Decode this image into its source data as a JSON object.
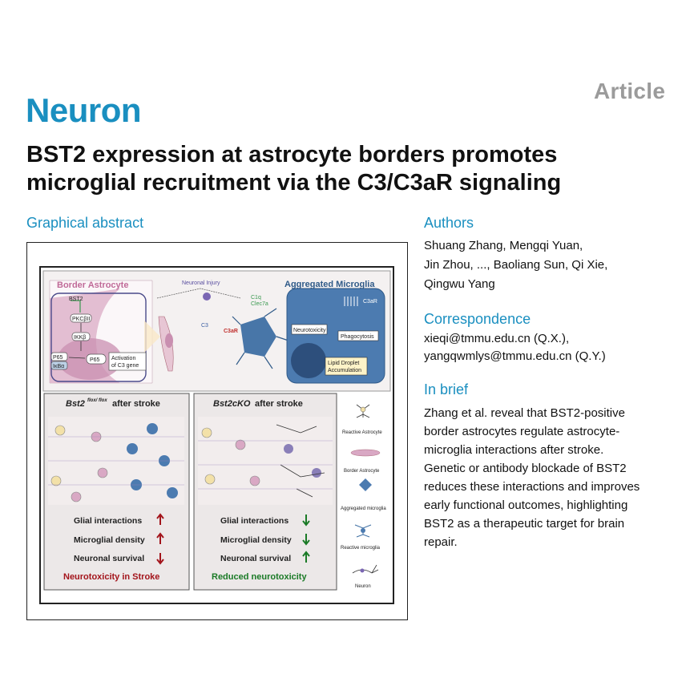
{
  "header": {
    "article_tag": "Article",
    "journal": "Neuron",
    "title_line1": "BST2 expression at astrocyte borders promotes",
    "title_line2": "microglial recruitment via the C3/C3aR signaling"
  },
  "sections": {
    "graphical_abstract": "Graphical abstract",
    "authors": "Authors",
    "correspondence": "Correspondence",
    "in_brief": "In brief"
  },
  "authors": {
    "line1": "Shuang Zhang, Mengqi Yuan,",
    "line2": "Jin Zhou, ..., Baoliang Sun, Qi Xie,",
    "line3": "Qingwu Yang"
  },
  "correspondence": {
    "email1": "xieqi@tmmu.edu.cn (Q.X.),",
    "email2": "yangqwmlys@tmmu.edu.cn (Q.Y.)"
  },
  "in_brief": {
    "line1": "Zhang et al. reveal that BST2-positive",
    "line2": "border astrocytes regulate astrocyte-",
    "line3": "microglia interactions after stroke.",
    "line4": "Genetic or antibody blockade of BST2",
    "line5": "reduces these interactions and improves",
    "line6": "early functional outcomes, highlighting",
    "line7": "BST2 as a therapeutic target for brain",
    "line8": "repair."
  },
  "abstract": {
    "top": {
      "border_astrocyte": "Border Astrocyte",
      "neuronal_injury": "Neuronal Injury",
      "aggregated_microglia": "Aggregated Microglia",
      "bst2": "BST2",
      "pkc": "PKCβII",
      "ikk": "IKKβ",
      "p65a": "P65",
      "ikba": "IκBα",
      "p65b": "P65",
      "activation1": "Activation",
      "activation2": "of C3 gene",
      "c3": "C3",
      "c3ar_left": "C3aR",
      "c1q": "C1q",
      "clec7a": "Clec7a",
      "c3ar_right": "C3aR",
      "neurotoxicity": "Neurotoxicity",
      "phagocytosis": "Phagocytosis",
      "lipid1": "Lipid Droplet",
      "lipid2": "Accumulation"
    },
    "left_panel": {
      "title_italic": "Bst2",
      "title_sup": "flox/ flox",
      "title_rest": " after stroke",
      "row1": "Glial interactions",
      "row2": "Microglial density",
      "row3": "Neuronal survival",
      "conclusion": "Neurotoxicity in Stroke",
      "color": "#a3141b"
    },
    "right_panel": {
      "title_italic": "Bst2cKO",
      "title_rest": " after stroke",
      "row1": "Glial interactions",
      "row2": "Microglial density",
      "row3": "Neuronal survival",
      "conclusion": "Reduced neurotoxicity",
      "color": "#1a7a26"
    },
    "legend": {
      "reactive_astrocyte": "Reactive Astrocyte",
      "border_astrocyte": "Border Astrocyte",
      "aggregated_microglia": "Aggregated microglia",
      "reactive_microglia": "Reactive microglia",
      "neuron": "Neuron"
    }
  },
  "colors": {
    "brand_blue": "#1a8fc0",
    "article_gray": "#9b9b9b",
    "astrocyte_pink": "#c98fb0",
    "microglia_blue": "#3e6fa3"
  }
}
